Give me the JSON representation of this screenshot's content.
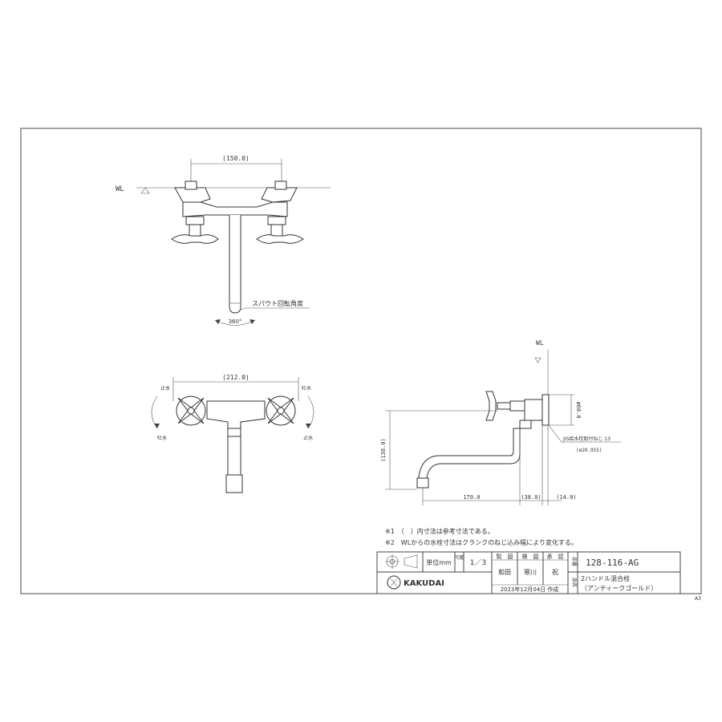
{
  "views": {
    "top": {
      "wl_label": "WL",
      "dim_width": "(150.0)",
      "rotation_label": "スパウト回転角度",
      "rotation_angle": "360°"
    },
    "front": {
      "dim_width": "(212.0)",
      "left_top": "止水",
      "left_bottom": "吐水",
      "right_top": "吐水",
      "right_bottom": "止水"
    },
    "side": {
      "wl_label": "WL",
      "dim_height": "(138.0)",
      "dim_diameter": "ø60.0",
      "dim_spout": "170.0",
      "dim_38": "(38.0)",
      "dim_14": "(14.0)",
      "jis_note": "JIS給水栓取付ねじ 13",
      "jis_sub": "(ø20.955)"
    }
  },
  "notes": [
    "※1　（　）内寸法は参考寸法である。",
    "※2　WLからの水栓寸法はクランクのねじ込み幅により変化する。"
  ],
  "title_block": {
    "unit_label": "単位mm",
    "scale_label": "尺度",
    "scale_value": "1／3",
    "header_draw": "製　図",
    "header_check": "検　図",
    "header_approve": "承　認",
    "draw_name": "和田",
    "check_name": "寒川",
    "approve_name": "祝",
    "part_no_label": "品番",
    "part_no": "128-116-AG",
    "name_label": "品名",
    "product_name_1": "2ハンドル混合栓",
    "product_name_2": "（アンティークゴールド）",
    "brand": "KAKUDAI",
    "date": "2023年12月04日 作成"
  },
  "sheet_size": "A3"
}
